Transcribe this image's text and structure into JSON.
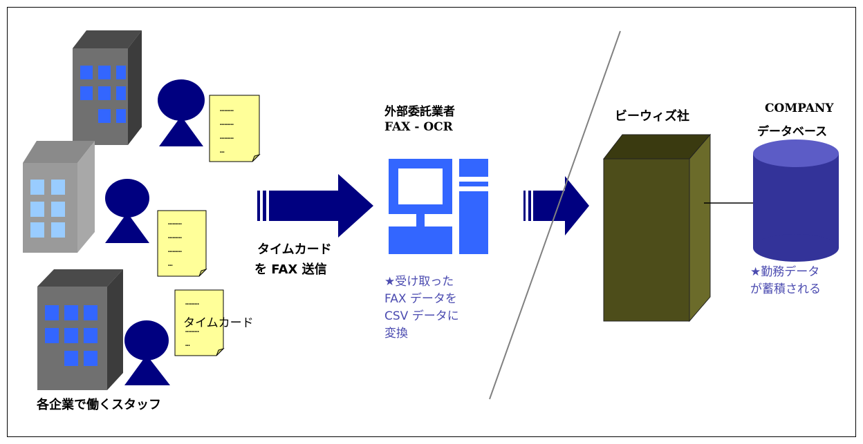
{
  "labels": {
    "staff": "各企業で働くスタッフ",
    "timecard_on_doc": "タイムカード",
    "fax_send_line1": "タイムカード",
    "fax_send_line2": "を FAX 送信",
    "vendor_line1": "外部委託業者",
    "vendor_line2": "FAX - OCR",
    "convert_line1": "★受け取った",
    "convert_line2": "FAX データを",
    "convert_line3": "CSV データに",
    "convert_line4": "変換",
    "company_biwiz": "ビーウィズ社",
    "db_line1": "COMPANY",
    "db_line2": "データベース",
    "stored_line1": "★勤務データ",
    "stored_line2": "が蓄積される"
  },
  "doc_text": {
    "dots": "………",
    "dots_short": "…"
  },
  "colors": {
    "navy": "#000080",
    "blue": "#3366ff",
    "light_blue": "#99ccff",
    "note_yellow": "#ffff99",
    "server_olive": "#4d4d1a",
    "db_navy": "#333399",
    "accent_text": "#4b4bb0"
  },
  "icons": {
    "building": "office-building-icon",
    "person": "person-icon",
    "document": "document-icon",
    "arrow": "striped-arrow-icon",
    "computer": "computer-icon",
    "server": "server-tower-icon",
    "database": "database-cylinder-icon"
  }
}
